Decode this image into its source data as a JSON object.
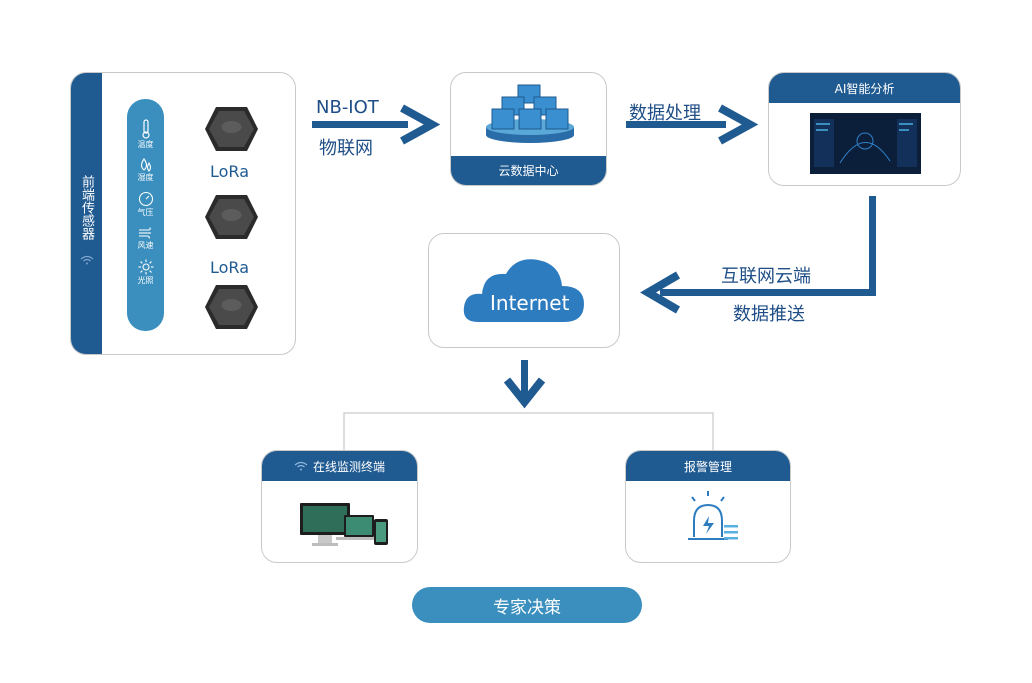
{
  "sensor_panel": {
    "side_label": "前端传感器",
    "sensors": [
      {
        "icon": "thermometer-icon",
        "label": "温度"
      },
      {
        "icon": "water-drop-icon",
        "label": "湿度"
      },
      {
        "icon": "gauge-icon",
        "label": "气压"
      },
      {
        "icon": "wind-icon",
        "label": "风速"
      },
      {
        "icon": "sun-icon",
        "label": "光照"
      }
    ],
    "lora_labels": [
      "LoRa",
      "LoRa"
    ]
  },
  "link1": {
    "line1": "NB-IOT",
    "line2": "物联网"
  },
  "cloud_center": {
    "title": "云数据中心"
  },
  "link2": {
    "label": "数据处理"
  },
  "ai_box": {
    "title": "AI智能分析"
  },
  "link3": {
    "line1": "互联网云端",
    "line2": "数据推送"
  },
  "internet": {
    "label": "Internet"
  },
  "monitor_box": {
    "title": "在线监测终端"
  },
  "alarm_box": {
    "title": "报警管理"
  },
  "decision": {
    "label": "专家决策"
  },
  "colors": {
    "primary": "#1f5a91",
    "accent": "#3a8fbe",
    "arrow": "#1f5a91"
  }
}
